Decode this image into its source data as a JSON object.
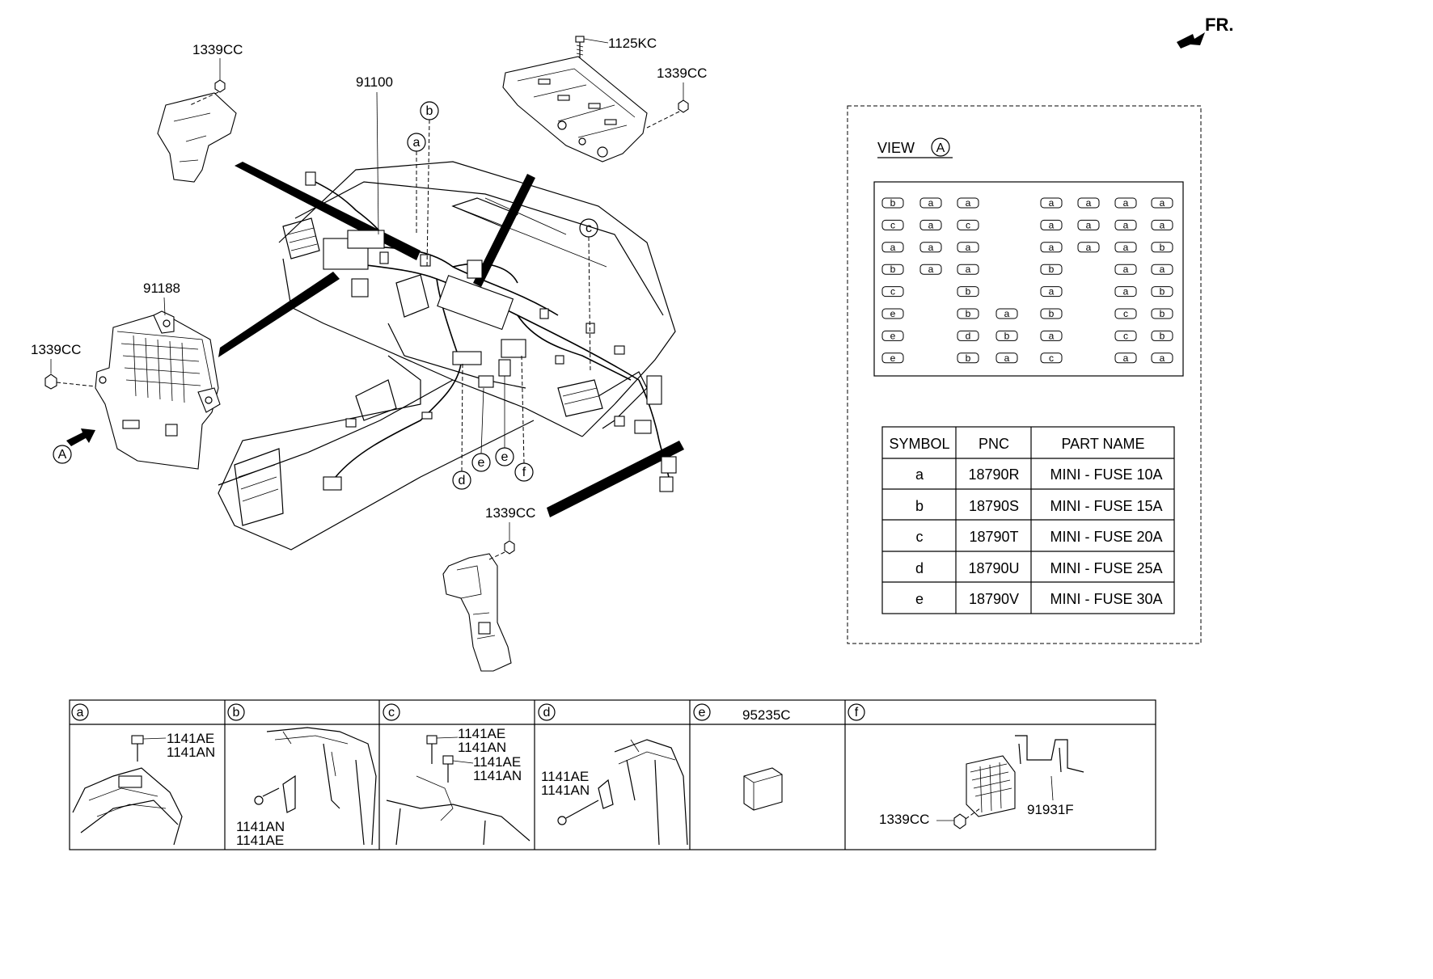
{
  "orientation": {
    "text": "FR."
  },
  "callouts": {
    "p91100": "91100",
    "p91188": "91188",
    "p1125kc": "1125KC",
    "nut_top_left": "1339CC",
    "nut_top_right": "1339CC",
    "nut_left": "1339CC",
    "nut_bottom": "1339CC",
    "view_marker": "A",
    "letters": {
      "a": "a",
      "b": "b",
      "c": "c",
      "d": "d",
      "e1": "e",
      "e2": "e",
      "f": "f"
    }
  },
  "view_panel": {
    "title_prefix": "VIEW",
    "title_marker": "A",
    "fuse_grid": [
      [
        "b",
        "a",
        "a",
        "",
        "a",
        "a",
        "a",
        "a"
      ],
      [
        "c",
        "a",
        "c",
        "",
        "a",
        "a",
        "a",
        "a"
      ],
      [
        "a",
        "a",
        "a",
        "",
        "a",
        "a",
        "a",
        "b"
      ],
      [
        "b",
        "a",
        "a",
        "",
        "b",
        "",
        "a",
        "a"
      ],
      [
        "c",
        "",
        "b",
        "",
        "a",
        "",
        "a",
        "b"
      ],
      [
        "e",
        "",
        "b",
        "a",
        "b",
        "",
        "c",
        "b"
      ],
      [
        "e",
        "",
        "d",
        "b",
        "a",
        "",
        "c",
        "b"
      ],
      [
        "e",
        "",
        "b",
        "a",
        "c",
        "",
        "a",
        "a"
      ]
    ],
    "table": {
      "headers": [
        "SYMBOL",
        "PNC",
        "PART NAME"
      ],
      "rows": [
        [
          "a",
          "18790R",
          "MINI - FUSE 10A"
        ],
        [
          "b",
          "18790S",
          "MINI - FUSE 15A"
        ],
        [
          "c",
          "18790T",
          "MINI - FUSE 20A"
        ],
        [
          "d",
          "18790U",
          "MINI - FUSE 25A"
        ],
        [
          "e",
          "18790V",
          "MINI - FUSE 30A"
        ]
      ]
    }
  },
  "detail_strip": {
    "cells": [
      {
        "letter": "a",
        "header_text": "",
        "labels": [
          "1141AE",
          "1141AN"
        ]
      },
      {
        "letter": "b",
        "header_text": "",
        "labels": [
          "1141AN",
          "1141AE"
        ]
      },
      {
        "letter": "c",
        "header_text": "",
        "labels": [
          "1141AE",
          "1141AN",
          "1141AE",
          "1141AN"
        ]
      },
      {
        "letter": "d",
        "header_text": "",
        "labels": [
          "1141AE",
          "1141AN"
        ]
      },
      {
        "letter": "e",
        "header_text": "95235C",
        "labels": []
      },
      {
        "letter": "f",
        "header_text": "",
        "labels": [
          "1339CC",
          "91931F"
        ]
      }
    ]
  }
}
